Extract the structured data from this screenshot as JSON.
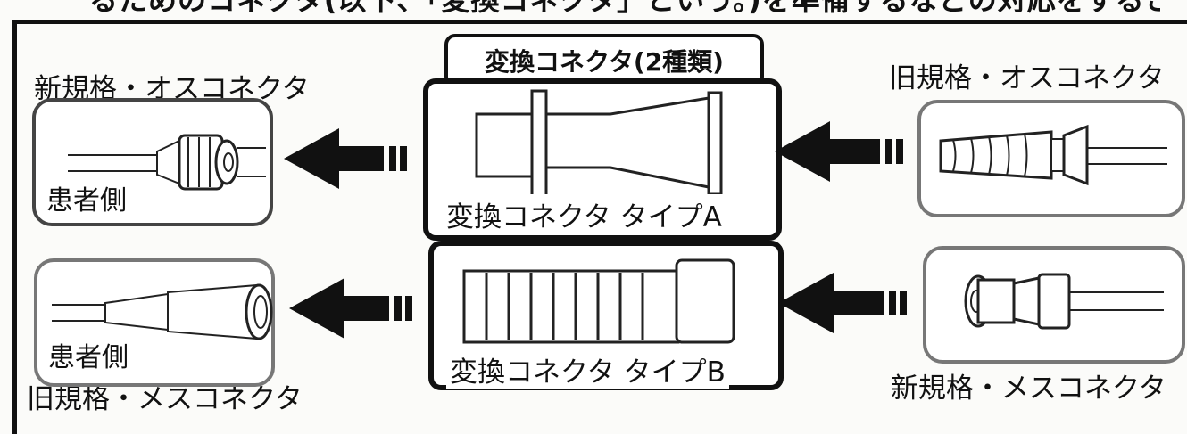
{
  "header_text": "るためのコネクタ(以下、「変換コネクタ」という。)を準備するなどの対応をすること。",
  "title": "変換コネクタ(2種類)",
  "labels": {
    "new_male": "新規格・オスコネクタ",
    "old_male": "旧規格・オスコネクタ",
    "old_female": "旧規格・メスコネクタ",
    "new_female": "新規格・メスコネクタ",
    "patient_side_1": "患者側",
    "patient_side_2": "患者側",
    "type_a": "変換コネクタ タイプA",
    "type_b": "変換コネクタ タイプB"
  }
}
